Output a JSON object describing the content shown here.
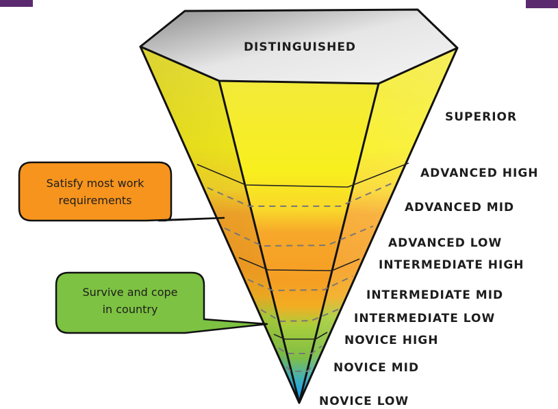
{
  "diagram": {
    "levels": [
      {
        "key": "distinguished",
        "label": "DISTINGUISHED"
      },
      {
        "key": "superior",
        "label": "SUPERIOR"
      },
      {
        "key": "advanced_high",
        "label": "ADVANCED HIGH"
      },
      {
        "key": "advanced_mid",
        "label": "ADVANCED MID"
      },
      {
        "key": "advanced_low",
        "label": "ADVANCED LOW"
      },
      {
        "key": "intermediate_high",
        "label": "INTERMEDIATE HIGH"
      },
      {
        "key": "intermediate_mid",
        "label": "INTERMEDIATE MID"
      },
      {
        "key": "intermediate_low",
        "label": "INTERMEDIATE LOW"
      },
      {
        "key": "novice_high",
        "label": "NOVICE HIGH"
      },
      {
        "key": "novice_mid",
        "label": "NOVICE MID"
      },
      {
        "key": "novice_low",
        "label": "NOVICE LOW"
      }
    ],
    "callouts": [
      {
        "key": "work",
        "line1": "Satisfy most work",
        "line2": "requirements",
        "color": "#f7941d"
      },
      {
        "key": "survive",
        "line1": "Survive and cope",
        "line2": "in country",
        "color": "#7dc242"
      }
    ],
    "colors": {
      "superior": "#f5ec1a",
      "advanced": "#f7a21b",
      "intermediate": "#8dc63f",
      "novice": "#29abe2",
      "top_face": "#d9d9d9",
      "accent": "#5b2a6e"
    }
  }
}
